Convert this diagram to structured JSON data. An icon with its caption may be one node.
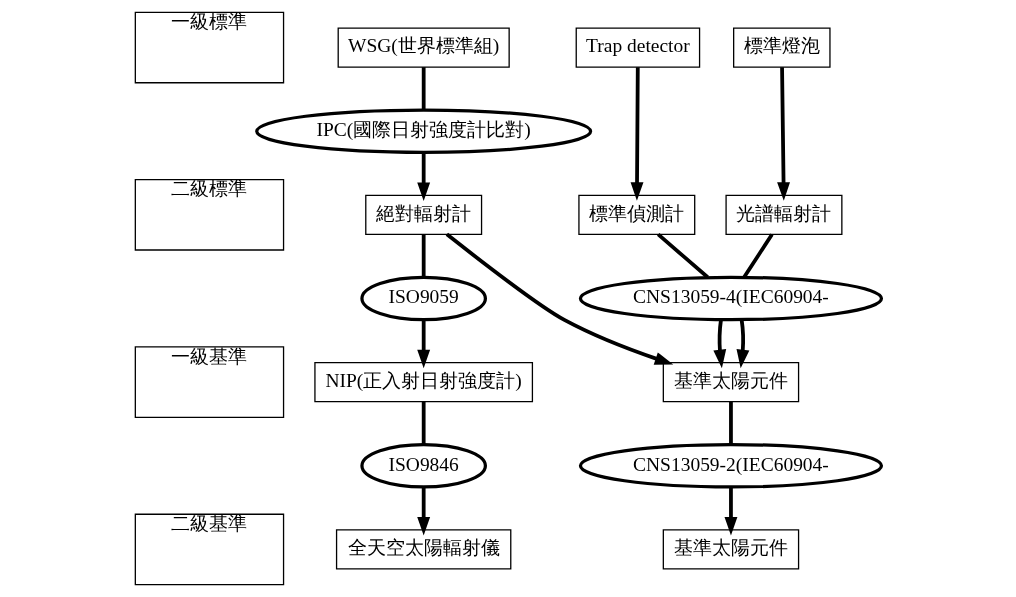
{
  "diagram": {
    "nodes": [
      {
        "text": [
          "一級標準"
        ]
      },
      {
        "text": [
          "WSG(世界標準組)"
        ]
      },
      {
        "text": [
          "Trap detector"
        ]
      },
      {
        "text": [
          "標準燈泡"
        ]
      },
      {
        "text": [
          "IPC(國際日射強度計比對)"
        ]
      },
      {
        "text": [
          "二級標準"
        ]
      },
      {
        "text": [
          "絕對輻射計"
        ]
      },
      {
        "text": [
          "標準偵測計"
        ]
      },
      {
        "text": [
          "光譜輻射計"
        ]
      },
      {
        "text": [
          "ISO9059"
        ]
      },
      {
        "text": [
          "CNS13059-4(IEC60904-"
        ]
      },
      {
        "text": [
          "一級基準"
        ]
      },
      {
        "text": [
          "NIP(正入射日射強度計)"
        ]
      },
      {
        "text": [
          "基準太陽元件"
        ]
      },
      {
        "text": [
          "ISO9846"
        ]
      },
      {
        "text": [
          "CNS13059-2(IEC60904-"
        ]
      },
      {
        "text": [
          "二級基準"
        ]
      },
      {
        "text": [
          "全天空太陽輻射儀"
        ]
      },
      {
        "text": [
          "基準太陽元件"
        ]
      }
    ],
    "edges": [
      {
        "from": 1,
        "to": 4,
        "arrow": "none"
      },
      {
        "from": 4,
        "to": 6,
        "arrow": "to"
      },
      {
        "from": 2,
        "to": 7,
        "arrow": "to"
      },
      {
        "from": 3,
        "to": 8,
        "arrow": "to"
      },
      {
        "from": 6,
        "to": 9,
        "arrow": "none"
      },
      {
        "from": 6,
        "to": 13,
        "arrow": "to"
      },
      {
        "from": 7,
        "to": 10,
        "arrow": "none"
      },
      {
        "from": 8,
        "to": 10,
        "arrow": "none"
      },
      {
        "from": 9,
        "to": 12,
        "arrow": "to"
      },
      {
        "from": 10,
        "to": 13,
        "arrow": "to"
      },
      {
        "from": 10,
        "to": 13,
        "arrow": "to"
      },
      {
        "from": 12,
        "to": 14,
        "arrow": "none"
      },
      {
        "from": 13,
        "to": 15,
        "arrow": "none"
      },
      {
        "from": 14,
        "to": 17,
        "arrow": "to"
      },
      {
        "from": 15,
        "to": 18,
        "arrow": "to"
      }
    ]
  }
}
